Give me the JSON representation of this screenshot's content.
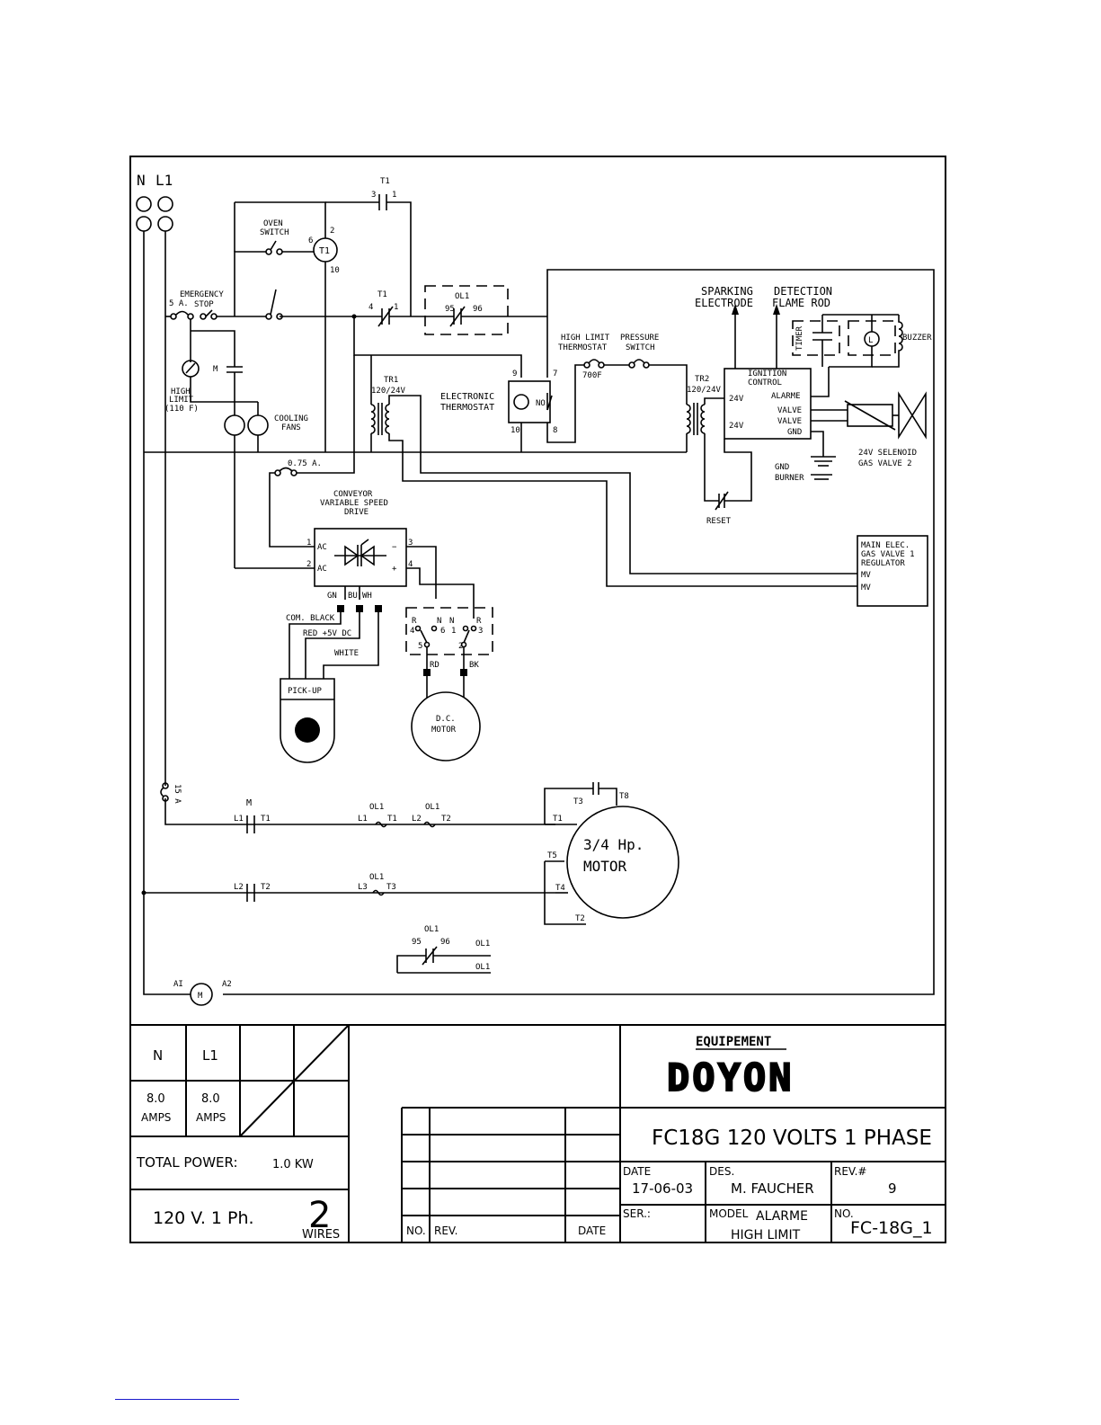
{
  "supply": {
    "neutral": "N",
    "line": "L1"
  },
  "labels": {
    "t1_top": "T1",
    "t1_pin3": "3",
    "t1_pin1": "1",
    "oven_switch_1": "OVEN",
    "oven_switch_2": "SWITCH",
    "t1_coil": "T1",
    "t1_coil_pin6": "6",
    "t1_coil_pin2": "2",
    "t1_coil_pin10": "10",
    "emergency_1": "EMERGENCY",
    "emergency_2": "STOP",
    "fuse_5a": "5 A.",
    "t1_mid": "T1",
    "t1_pin4": "4",
    "t1_pin1b": "1",
    "ol1_a": "OL1",
    "ol1_95": "95",
    "ol1_96": "96",
    "m_cap": "M",
    "high_limit_1": "HIGH",
    "high_limit_2": "LIMIT",
    "high_limit_3": "(110 F)",
    "cooling_1": "COOLING",
    "cooling_2": "FANS",
    "tr1": "TR1",
    "tr1_v": "120/24V",
    "thermo_1": "ELECTRONIC",
    "thermo_2": "THERMOSTAT",
    "thermo_pin9": "9",
    "thermo_pin7": "7",
    "thermo_pin10": "10",
    "thermo_pin8": "8",
    "thermo_no": "NO",
    "hl_thermo_1": "HIGH LIMIT",
    "hl_thermo_2": "THERMOSTAT",
    "hl_700": "700F",
    "pressure_1": "PRESSURE",
    "pressure_2": "SWITCH",
    "tr2": "TR2",
    "tr2_v": "120/24V",
    "sparking_1": "SPARKING",
    "sparking_2": "ELECTRODE",
    "detection_1": "DETECTION",
    "detection_2": "FLAME ROD",
    "timer": "TIMER",
    "lamp": "L",
    "buzzer": "BUZZER",
    "ign_1": "IGNITION",
    "ign_2": "CONTROL",
    "ign_24v_a": "24V",
    "ign_24v_b": "24V",
    "ign_alarme": "ALARME",
    "ign_valve_a": "VALVE",
    "ign_valve_b": "VALVE",
    "ign_gnd": "GND",
    "selenoid_1": "24V SELENOID",
    "selenoid_2": "GAS VALVE 2",
    "gnd_burner_1": "GND",
    "gnd_burner_2": "BURNER",
    "reset": "RESET",
    "fuse_075": "0.75 A.",
    "conveyor_1": "CONVEYOR",
    "conveyor_2": "VARIABLE SPEED",
    "conveyor_3": "DRIVE",
    "drv_pin1": "1",
    "drv_pin2": "2",
    "drv_pin3": "3",
    "drv_pin4": "4",
    "drv_ac1": "AC",
    "drv_ac2": "AC",
    "drv_minus": "−",
    "drv_plus": "+",
    "drv_gn": "GN",
    "drv_bu": "BU",
    "drv_wh": "WH",
    "com_black": "COM. BLACK",
    "red_5v": "RED +5V DC",
    "white": "WHITE",
    "pickup": "PICK-UP",
    "main_valve_1": "MAIN ELEC.",
    "main_valve_2": "GAS VALVE 1",
    "main_valve_3": "REGULATOR",
    "mv_a": "MV",
    "mv_b": "MV",
    "rev_r1": "R",
    "rev_4": "4",
    "rev_n1": "N",
    "rev_6": "6",
    "rev_n2": "N",
    "rev_1": "1",
    "rev_r2": "R",
    "rev_3": "3",
    "rev_5": "5",
    "rev_2": "2",
    "rd": "RD",
    "bk": "BK",
    "dc_motor_1": "D.C.",
    "dc_motor_2": "MOTOR",
    "fuse_15a": "15 A",
    "m_contact": "M",
    "c_l1": "L1",
    "c_t1": "T1",
    "c_l2": "L2",
    "c_t2": "T2",
    "ol_a": "OL1",
    "ol_a_l1": "L1",
    "ol_a_t1": "T1",
    "ol_b": "OL1",
    "ol_b_l2": "L2",
    "ol_b_t2": "T2",
    "ol_c": "OL1",
    "ol_c_l3": "L3",
    "ol_c_t3": "T3",
    "mt_t3": "T3",
    "mt_t8": "T8",
    "mt_t1": "T1",
    "mt_t5": "T5",
    "mt_t4": "T4",
    "mt_t2": "T2",
    "motor_1": "3/4 Hp.",
    "motor_2": "MOTOR",
    "ol_d": "OL1",
    "ol_d_95": "95",
    "ol_d_96": "96",
    "ol_d_out1": "OL1",
    "ol_d_out2": "OL1",
    "hour_a1": "AI",
    "hour_a2": "A2",
    "hour_m": "M"
  },
  "title_block": {
    "amps": {
      "n_label": "N",
      "l1_label": "L1",
      "n_value": "8.0",
      "n_unit": "AMPS",
      "l1_value": "8.0",
      "l1_unit": "AMPS"
    },
    "total_power_label": "TOTAL POWER:",
    "total_power_value": "1.0 KW",
    "supply_voltage": "120 V. 1 Ph.",
    "wires_count": "2",
    "wires_label": "WIRES",
    "revisions_header": {
      "no": "NO.",
      "rev": "REV.",
      "date": "DATE"
    },
    "company_top": "EQUIPEMENT",
    "company_logo": "DOYON",
    "drawing_title": "FC18G 120 VOLTS 1 PHASE",
    "date_label": "DATE",
    "date_value": "17-06-03",
    "des_label": "DES.",
    "des_value": "M. FAUCHER",
    "rev_label": "REV.#",
    "rev_value": "9",
    "ser_label": "SER.:",
    "model_label": "MODEL",
    "model_value_1": "ALARME",
    "model_value_2": "HIGH LIMIT",
    "no_label": "NO.",
    "no_value": "FC-18G_1"
  }
}
